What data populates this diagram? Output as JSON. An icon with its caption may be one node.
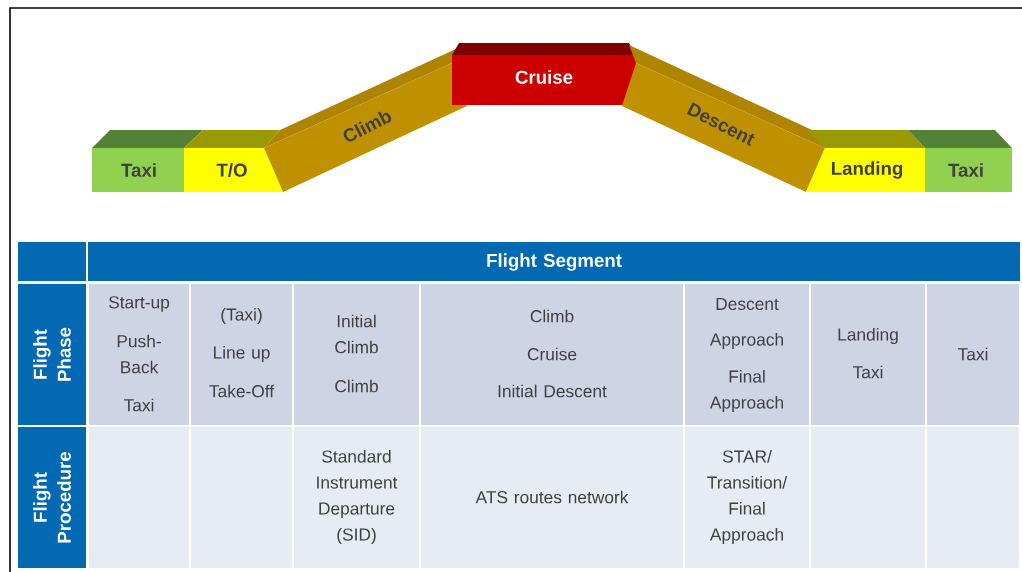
{
  "diagram": {
    "nodes": [
      {
        "text": [
          "Taxi"
        ]
      },
      {
        "text": [
          "T/O"
        ]
      },
      {
        "text": [
          "Climb"
        ]
      },
      {
        "text": [
          "Cruise"
        ]
      },
      {
        "text": [
          "Descent"
        ]
      },
      {
        "text": [
          "Landing"
        ]
      },
      {
        "text": [
          "Taxi"
        ]
      }
    ],
    "labels": [
      "Flight Segment",
      "Flight Phase",
      "Start-up",
      "Push-Back",
      "Taxi",
      "(Taxi)",
      "Line up",
      "Take-Off",
      "Initial Climb",
      "Climb",
      "Climb",
      "Cruise",
      "Initial Descent",
      "Descent",
      "Approach",
      "Final Approach",
      "Landing",
      "Taxi",
      "Taxi",
      "Flight Procedure",
      "Standard Instrument Departure (SID)",
      "ATS routes network",
      "STAR/ Transition/ Final Approach"
    ]
  }
}
